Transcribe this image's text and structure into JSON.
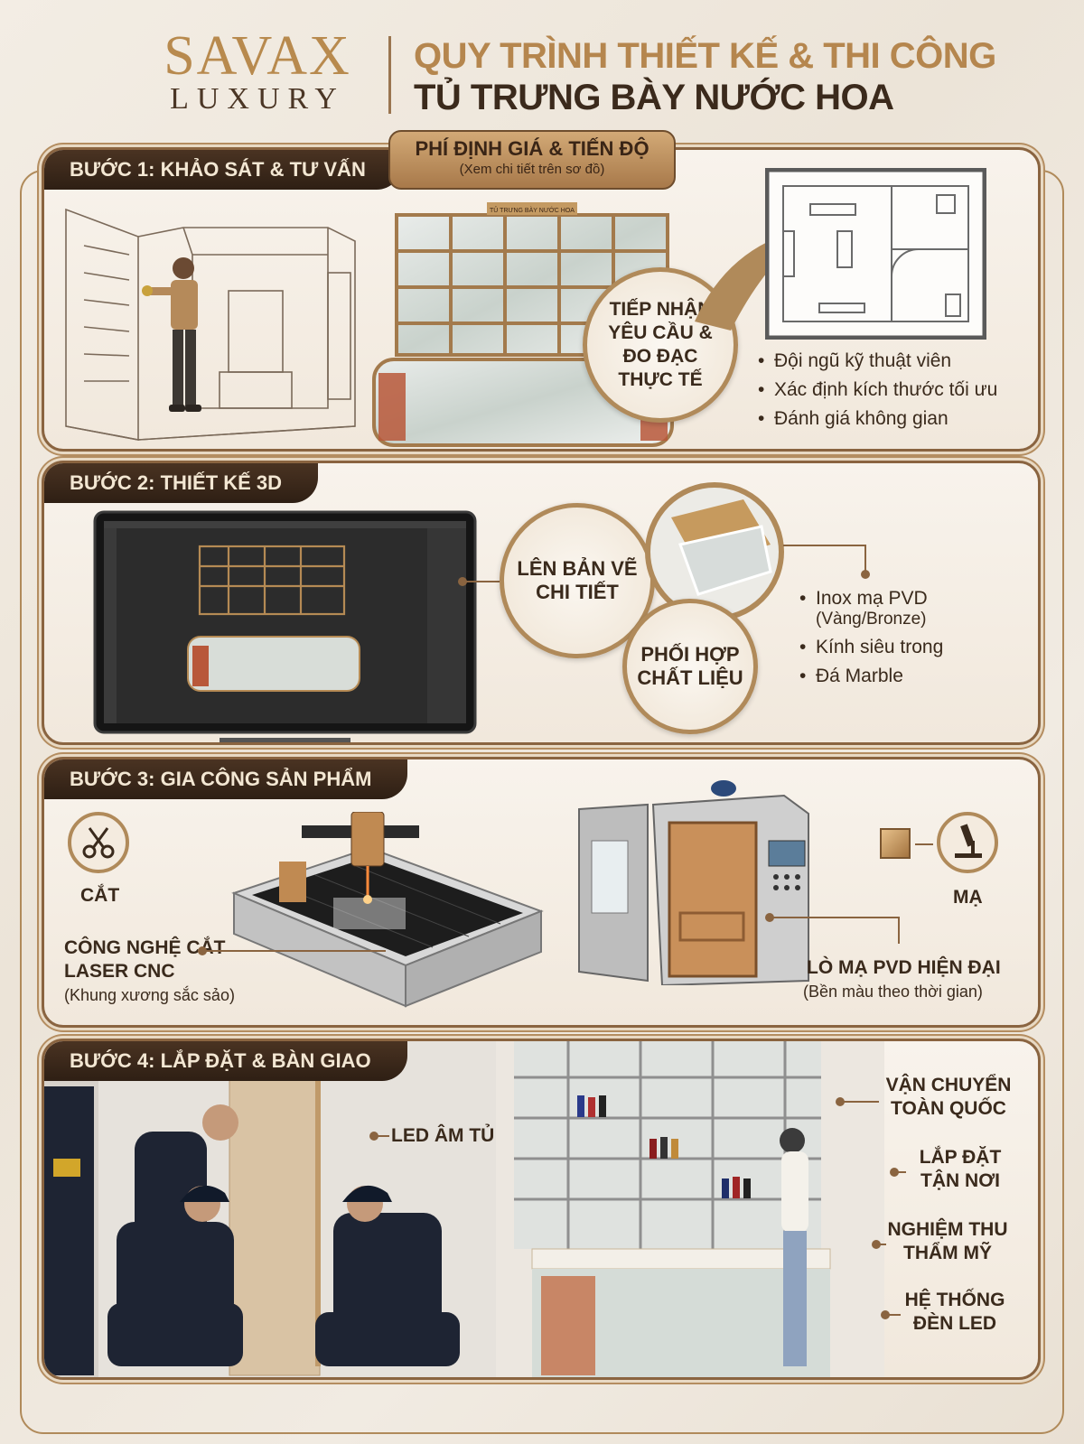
{
  "header": {
    "brand_top": "SAVAX",
    "brand_bottom": "LUXURY",
    "title_line1": "QUY TRÌNH THIẾT KẾ & THI CÔNG",
    "title_line2": "TỦ TRƯNG BÀY NƯỚC HOA"
  },
  "fee_tab": {
    "title": "PHÍ ĐỊNH GIÁ & TIẾN ĐỘ",
    "subtitle": "(Xem chi tiết trên sơ đồ)"
  },
  "step1": {
    "label": "BƯỚC 1: KHẢO SÁT & TƯ VẤN",
    "cabinet_sign": "TỦ TRƯNG BÀY NƯỚC HOA",
    "circle_text": "TIẾP NHẬN YÊU CẦU & ĐO ĐẠC THỰC TẾ",
    "bullets": [
      "Đội ngũ kỹ thuật viên",
      "Xác định kích thước tối ưu",
      "Đánh giá không gian"
    ]
  },
  "step2": {
    "label": "BƯỚC 2: THIẾT KẾ 3D",
    "circle_design": "LÊN BẢN VẼ CHI TIẾT",
    "circle_material": "PHỐI HỢP CHẤT LIỆU",
    "bullets": [
      "Inox mạ PVD",
      "Kính siêu trong",
      "Đá Marble"
    ],
    "bullet_sub": "(Vàng/Bronze)"
  },
  "step3": {
    "label": "BƯỚC 3: GIA CÔNG SẢN PHẨM",
    "cut_label": "CẮT",
    "plate_label": "MẠ",
    "cnc_title": "CÔNG NGHỆ CẮT LASER CNC",
    "cnc_sub": "(Khung xương sắc sảo)",
    "pvd_title": "LÒ MẠ PVD HIỆN ĐẠI",
    "pvd_sub": "(Bền màu theo thời gian)"
  },
  "step4": {
    "label": "BƯỚC 4: LẮP ĐẶT & BÀN GIAO",
    "led_label": "LED ÂM TỦ",
    "callouts": [
      "VẬN CHUYỂN TOÀN QUỐC",
      "LẮP ĐẶT TẬN NƠI",
      "NGHIỆM THU THẨM MỸ",
      "HỆ THỐNG ĐÈN LED"
    ]
  },
  "colors": {
    "gold": "#b5864e",
    "dark_brown": "#3b2a1c",
    "label_bg": "#3a281b",
    "panel_bg": "#f5efe6"
  }
}
